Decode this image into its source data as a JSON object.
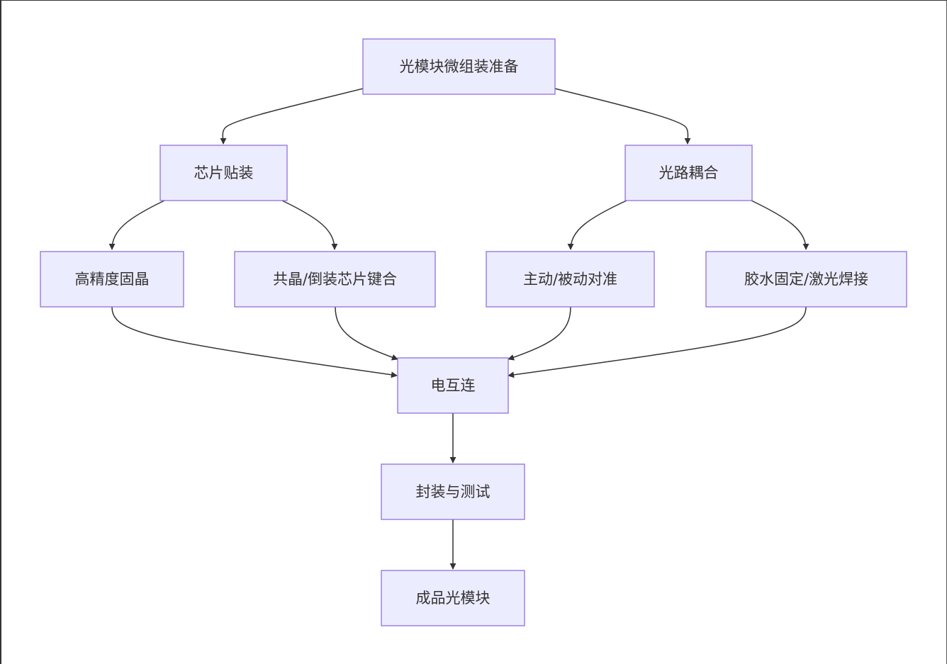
{
  "nodes": {
    "prep": "光模块微组装准备",
    "chip_mount": "芯片贴装",
    "optical_coupling": "光路耦合",
    "die_bond": "高精度固晶",
    "eutectic": "共晶/倒装芯片键合",
    "alignment": "主动/被动对准",
    "fixing": "胶水固定/激光焊接",
    "interconnect": "电互连",
    "packaging": "封装与测试",
    "finished": "成品光模块"
  },
  "edges": [
    {
      "from": "prep",
      "to": "chip_mount"
    },
    {
      "from": "prep",
      "to": "optical_coupling"
    },
    {
      "from": "chip_mount",
      "to": "die_bond"
    },
    {
      "from": "chip_mount",
      "to": "eutectic"
    },
    {
      "from": "optical_coupling",
      "to": "alignment"
    },
    {
      "from": "optical_coupling",
      "to": "fixing"
    },
    {
      "from": "die_bond",
      "to": "interconnect"
    },
    {
      "from": "eutectic",
      "to": "interconnect"
    },
    {
      "from": "alignment",
      "to": "interconnect"
    },
    {
      "from": "fixing",
      "to": "interconnect"
    },
    {
      "from": "interconnect",
      "to": "packaging"
    },
    {
      "from": "packaging",
      "to": "finished"
    }
  ],
  "colors": {
    "node_fill": "#ececff",
    "node_stroke": "#9370db",
    "edge": "#333333",
    "text": "#333333"
  }
}
